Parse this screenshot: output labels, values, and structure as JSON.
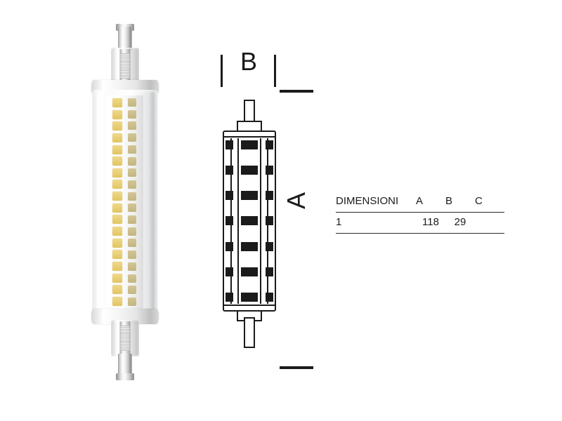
{
  "product": {
    "photo_alt": "r7s-led-tube-photo",
    "led_front_count": 18,
    "led_back_count": 18
  },
  "drawing": {
    "dimension_b_label": "B",
    "dimension_a_label": "A",
    "led_rows": 7
  },
  "table": {
    "headers": {
      "label": "DIMENSIONI",
      "a": "A",
      "b": "B",
      "c": "C"
    },
    "rows": [
      {
        "label": "1",
        "a": "118",
        "b": "29",
        "c": ""
      }
    ]
  },
  "colors": {
    "line": "#1b1b1b",
    "led_front": "#e3c560",
    "led_back": "#bdae72",
    "background": "#ffffff"
  }
}
